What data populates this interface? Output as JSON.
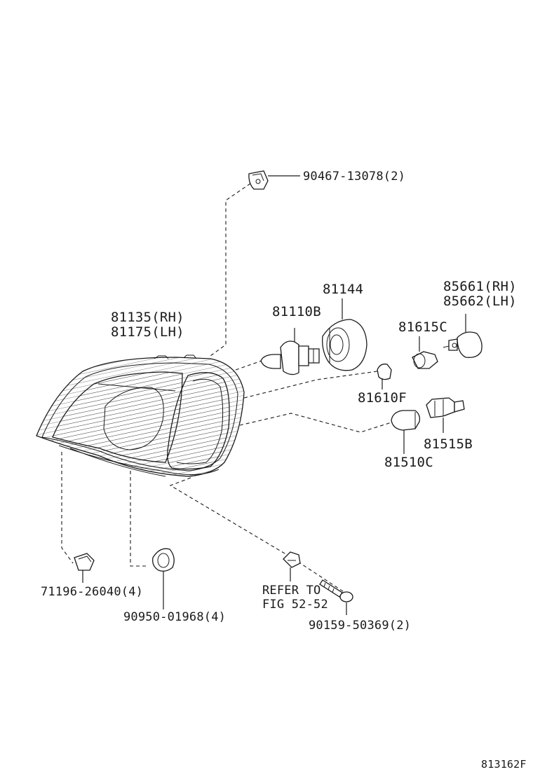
{
  "labels": {
    "clip_top": "90467-13078(2)",
    "lens_rh": "81135(RH)",
    "lens_lh": "81175(LH)",
    "bulb_main": "81110B",
    "cover": "81144",
    "socket_rh": "85661(RH)",
    "socket_lh": "85662(LH)",
    "socket_small": "81615C",
    "bulb_wedge": "81610F",
    "socket_turn": "81515B",
    "bulb_turn": "81510C",
    "clip_bottom": "71196-26040(4)",
    "grommet": "90950-01968(4)",
    "refer_line1": "REFER TO",
    "refer_line2": "FIG 52-52",
    "screw": "90159-50369(2)",
    "figure_code": "813162F"
  }
}
